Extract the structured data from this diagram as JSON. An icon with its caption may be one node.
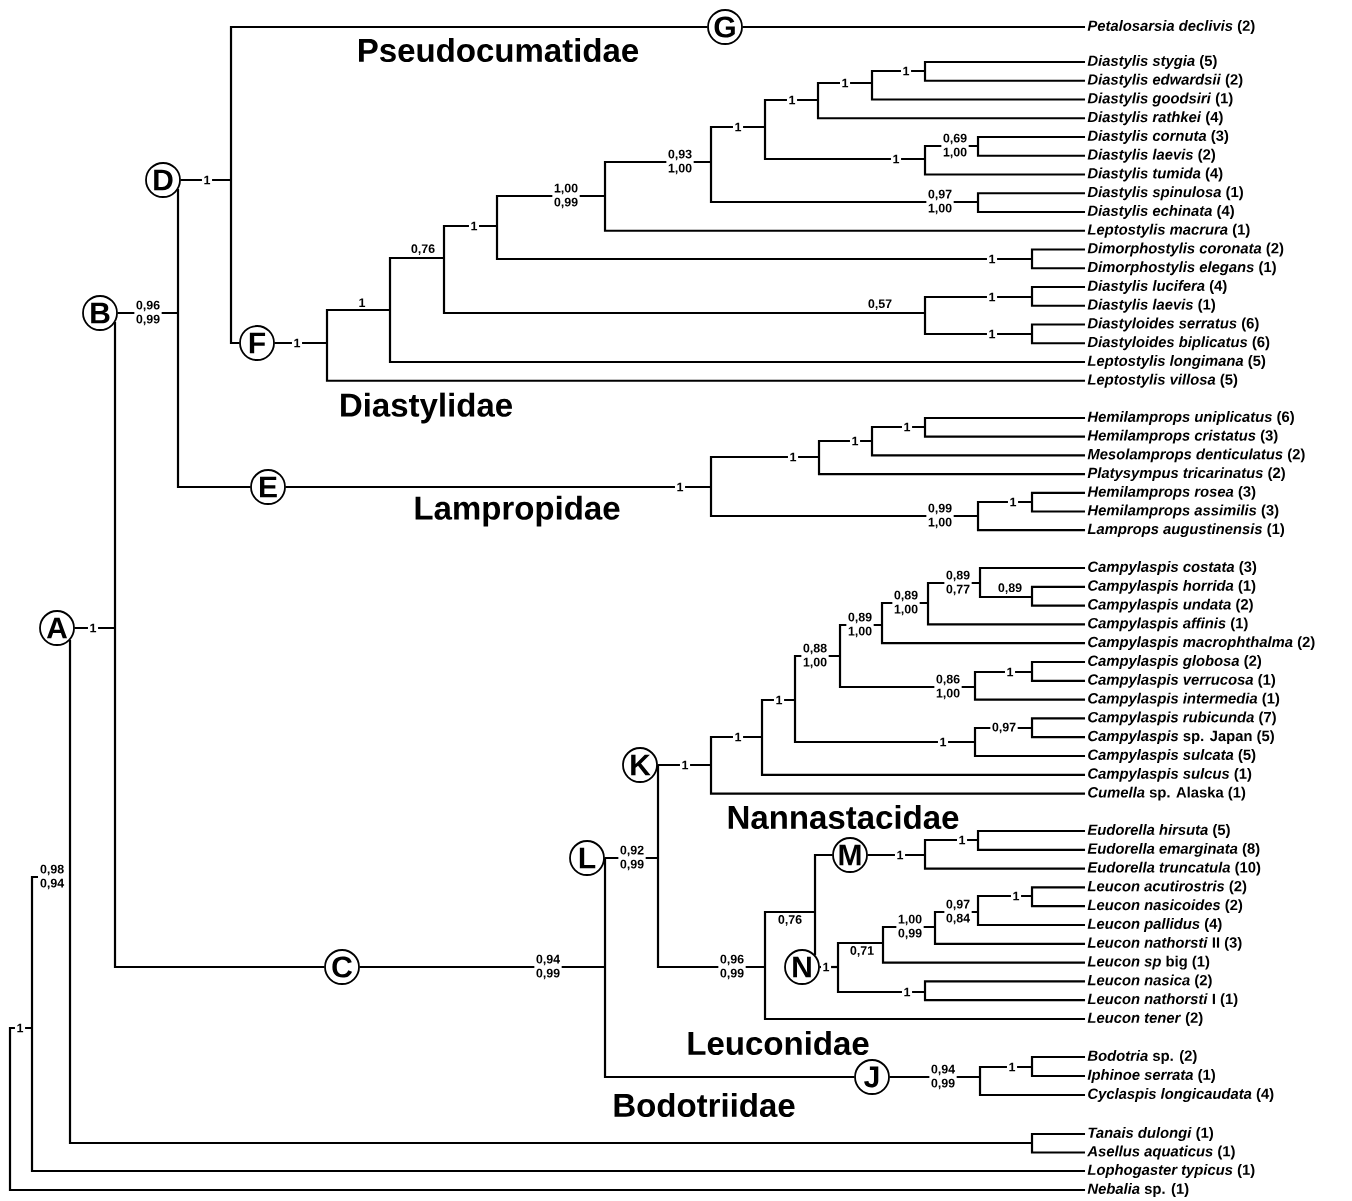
{
  "diagram": {
    "nodes": [
      {
        "text": [
          "A"
        ]
      },
      {
        "text": [
          "B"
        ]
      },
      {
        "text": [
          "C"
        ]
      },
      {
        "text": [
          "D"
        ]
      },
      {
        "text": [
          "E"
        ]
      },
      {
        "text": [
          "F"
        ]
      },
      {
        "text": [
          "G"
        ]
      },
      {
        "text": [
          "J"
        ]
      },
      {
        "text": [
          "K"
        ]
      },
      {
        "text": [
          "L"
        ]
      },
      {
        "text": [
          "M"
        ]
      },
      {
        "text": [
          "N"
        ]
      },
      {
        "text": [
          "*Petalosarsia declivis* (2)"
        ]
      },
      {
        "text": [
          "*Diastylis stygia* (5)"
        ]
      },
      {
        "text": [
          "*Diastylis edwardsii* (2)"
        ]
      },
      {
        "text": [
          "*Diastylis goodsiri* (1)"
        ]
      },
      {
        "text": [
          "*Diastylis rathkei* (4)"
        ]
      },
      {
        "text": [
          "*Diastylis cornuta* (3)"
        ]
      },
      {
        "text": [
          "*Diastylis laevis* (2)"
        ]
      },
      {
        "text": [
          "*Diastylis tumida* (4)"
        ]
      },
      {
        "text": [
          "*Diastylis spinulosa* (1)"
        ]
      },
      {
        "text": [
          "*Diastylis echinata* (4)"
        ]
      },
      {
        "text": [
          "*Leptostylis macrura* (1)"
        ]
      },
      {
        "text": [
          "*Dimorphostylis coronata* (2)"
        ]
      },
      {
        "text": [
          "*Dimorphostylis elegans* (1)"
        ]
      },
      {
        "text": [
          "*Diastylis lucifera* (4)"
        ]
      },
      {
        "text": [
          "*Diastylis laevis* (1)"
        ]
      },
      {
        "text": [
          "*Diastyloides serratus* (6)"
        ]
      },
      {
        "text": [
          "*Diastyloides biplicatus* (6)"
        ]
      },
      {
        "text": [
          "*Leptostylis longimana* (5)"
        ]
      },
      {
        "text": [
          "*Leptostylis villosa* (5)"
        ]
      },
      {
        "text": [
          "*Hemilamprops uniplicatus* (6)"
        ]
      },
      {
        "text": [
          "*Hemilamprops cristatus* (3)"
        ]
      },
      {
        "text": [
          "*Mesolamprops denticulatus* (2)"
        ]
      },
      {
        "text": [
          "*Platysympus tricarinatus* (2)"
        ]
      },
      {
        "text": [
          "*Hemilamprops rosea* (3)"
        ]
      },
      {
        "text": [
          "*Hemilamprops assimilis* (3)"
        ]
      },
      {
        "text": [
          "*Lamprops augustinensis* (1)"
        ]
      },
      {
        "text": [
          "*Campylaspis costata* (3)"
        ]
      },
      {
        "text": [
          "*Campylaspis horrida* (1)"
        ]
      },
      {
        "text": [
          "*Campylaspis undata* (2)"
        ]
      },
      {
        "text": [
          "*Campylaspis affinis* (1)"
        ]
      },
      {
        "text": [
          "*Campylaspis macrophthalma* (2)"
        ]
      },
      {
        "text": [
          "*Campylaspis globosa* (2)"
        ]
      },
      {
        "text": [
          "*Campylaspis verrucosa* (1)"
        ]
      },
      {
        "text": [
          "*Campylaspis intermedia* (1)"
        ]
      },
      {
        "text": [
          "*Campylaspis rubicunda* (7)"
        ]
      },
      {
        "text": [
          "*Campylaspis* sp. Japan (5)"
        ]
      },
      {
        "text": [
          "*Campylaspis sulcata* (5)"
        ]
      },
      {
        "text": [
          "*Campylaspis sulcus* (1)"
        ]
      },
      {
        "text": [
          "*Cumella* sp. Alaska (1)"
        ]
      },
      {
        "text": [
          "*Eudorella hirsuta* (5)"
        ]
      },
      {
        "text": [
          "*Eudorella emarginata* (8)"
        ]
      },
      {
        "text": [
          "*Eudorella truncatula* (10)"
        ]
      },
      {
        "text": [
          "*Leucon acutirostris* (2)"
        ]
      },
      {
        "text": [
          "*Leucon nasicoides* (2)"
        ]
      },
      {
        "text": [
          "*Leucon pallidus* (4)"
        ]
      },
      {
        "text": [
          "*Leucon nathorsti* II (3)"
        ]
      },
      {
        "text": [
          "*Leucon sp* big (1)"
        ]
      },
      {
        "text": [
          "*Leucon nasica* (2)"
        ]
      },
      {
        "text": [
          "*Leucon nathorsti* I (1)"
        ]
      },
      {
        "text": [
          "*Leucon tener* (2)"
        ]
      },
      {
        "text": [
          "*Bodotria* sp. (2)"
        ]
      },
      {
        "text": [
          "*Iphinoe serrata* (1)"
        ]
      },
      {
        "text": [
          "*Cyclaspis longicaudata* (4)"
        ]
      },
      {
        "text": [
          "*Tanais dulongi* (1)"
        ]
      },
      {
        "text": [
          "*Asellus aquaticus* (1)"
        ]
      },
      {
        "text": [
          "*Lophogaster typicus* (1)"
        ]
      },
      {
        "text": [
          "*Nebalia* sp. (1)"
        ]
      },
      {
        "text": [
          "0,98 0,94"
        ]
      }
    ],
    "edges": [
      {
        "from": 69,
        "to": 67,
        "arrow": "none"
      },
      {
        "from": 69,
        "to": 68,
        "arrow": "none"
      },
      {
        "from": 0,
        "to": 65,
        "arrow": "none"
      },
      {
        "from": 0,
        "to": 66,
        "arrow": "none"
      },
      {
        "from": 0,
        "to": 1,
        "arrow": "none"
      },
      {
        "from": 0,
        "to": 2,
        "arrow": "none"
      },
      {
        "from": 1,
        "to": 3,
        "arrow": "none"
      },
      {
        "from": 1,
        "to": 4,
        "arrow": "none"
      },
      {
        "from": 3,
        "to": 6,
        "arrow": "none"
      },
      {
        "from": 3,
        "to": 5,
        "arrow": "none"
      },
      {
        "from": 6,
        "to": 12,
        "arrow": "none"
      },
      {
        "from": 5,
        "to": 13,
        "arrow": "none"
      },
      {
        "from": 5,
        "to": 14,
        "arrow": "none"
      },
      {
        "from": 5,
        "to": 15,
        "arrow": "none"
      },
      {
        "from": 5,
        "to": 16,
        "arrow": "none"
      },
      {
        "from": 5,
        "to": 17,
        "arrow": "none"
      },
      {
        "from": 5,
        "to": 18,
        "arrow": "none"
      },
      {
        "from": 5,
        "to": 19,
        "arrow": "none"
      },
      {
        "from": 5,
        "to": 20,
        "arrow": "none"
      },
      {
        "from": 5,
        "to": 21,
        "arrow": "none"
      },
      {
        "from": 5,
        "to": 22,
        "arrow": "none"
      },
      {
        "from": 5,
        "to": 23,
        "arrow": "none"
      },
      {
        "from": 5,
        "to": 24,
        "arrow": "none"
      },
      {
        "from": 5,
        "to": 25,
        "arrow": "none"
      },
      {
        "from": 5,
        "to": 26,
        "arrow": "none"
      },
      {
        "from": 5,
        "to": 27,
        "arrow": "none"
      },
      {
        "from": 5,
        "to": 28,
        "arrow": "none"
      },
      {
        "from": 5,
        "to": 29,
        "arrow": "none"
      },
      {
        "from": 5,
        "to": 30,
        "arrow": "none"
      },
      {
        "from": 4,
        "to": 31,
        "arrow": "none"
      },
      {
        "from": 4,
        "to": 32,
        "arrow": "none"
      },
      {
        "from": 4,
        "to": 33,
        "arrow": "none"
      },
      {
        "from": 4,
        "to": 34,
        "arrow": "none"
      },
      {
        "from": 4,
        "to": 35,
        "arrow": "none"
      },
      {
        "from": 4,
        "to": 36,
        "arrow": "none"
      },
      {
        "from": 4,
        "to": 37,
        "arrow": "none"
      },
      {
        "from": 2,
        "to": 9,
        "arrow": "none"
      },
      {
        "from": 2,
        "to": 7,
        "arrow": "none"
      },
      {
        "from": 9,
        "to": 8,
        "arrow": "none"
      },
      {
        "from": 9,
        "to": 10,
        "arrow": "none"
      },
      {
        "from": 9,
        "to": 11,
        "arrow": "none"
      },
      {
        "from": 9,
        "to": 61,
        "arrow": "none"
      },
      {
        "from": 8,
        "to": 38,
        "arrow": "none"
      },
      {
        "from": 8,
        "to": 39,
        "arrow": "none"
      },
      {
        "from": 8,
        "to": 40,
        "arrow": "none"
      },
      {
        "from": 8,
        "to": 41,
        "arrow": "none"
      },
      {
        "from": 8,
        "to": 42,
        "arrow": "none"
      },
      {
        "from": 8,
        "to": 43,
        "arrow": "none"
      },
      {
        "from": 8,
        "to": 44,
        "arrow": "none"
      },
      {
        "from": 8,
        "to": 45,
        "arrow": "none"
      },
      {
        "from": 8,
        "to": 46,
        "arrow": "none"
      },
      {
        "from": 8,
        "to": 47,
        "arrow": "none"
      },
      {
        "from": 8,
        "to": 48,
        "arrow": "none"
      },
      {
        "from": 8,
        "to": 49,
        "arrow": "none"
      },
      {
        "from": 8,
        "to": 50,
        "arrow": "none"
      },
      {
        "from": 10,
        "to": 51,
        "arrow": "none"
      },
      {
        "from": 10,
        "to": 52,
        "arrow": "none"
      },
      {
        "from": 10,
        "to": 53,
        "arrow": "none"
      },
      {
        "from": 11,
        "to": 54,
        "arrow": "none"
      },
      {
        "from": 11,
        "to": 55,
        "arrow": "none"
      },
      {
        "from": 11,
        "to": 56,
        "arrow": "none"
      },
      {
        "from": 11,
        "to": 57,
        "arrow": "none"
      },
      {
        "from": 11,
        "to": 58,
        "arrow": "none"
      },
      {
        "from": 11,
        "to": 59,
        "arrow": "none"
      },
      {
        "from": 11,
        "to": 60,
        "arrow": "none"
      },
      {
        "from": 7,
        "to": 62,
        "arrow": "none"
      },
      {
        "from": 7,
        "to": 63,
        "arrow": "none"
      },
      {
        "from": 7,
        "to": 64,
        "arrow": "none"
      }
    ],
    "labels": [
      "Pseudocumatidae",
      "1",
      "1",
      "1",
      "1",
      "0,69 1,00",
      "0,93 1,00",
      "1",
      "1",
      "1,00 0,99",
      "0,97 1,00",
      "1",
      "0,76",
      "1",
      "1",
      "1",
      "0,57",
      "0,96 0,99",
      "1",
      "1",
      "Diastylidae",
      "1",
      "1",
      "1",
      "1",
      "1",
      "Lampropidae",
      "0,99 1,00",
      "0,89 0,77",
      "0,89",
      "0,89 1,00",
      "0,89 1,00",
      "1",
      "0,88 1,00",
      "1",
      "0,86 1,00",
      "1",
      "0,97",
      "1",
      "1",
      "1",
      "Nannastacidae",
      "1",
      "1",
      "0,92 0,99",
      "1",
      "0,97 0,84",
      "1,00 0,99",
      "0,76",
      "0,71",
      "0,94 0,99",
      "0,96 0,99",
      "1",
      "1",
      "1",
      "Leuconidae",
      "1",
      "0,94 0,99",
      "Bodotriidae"
    ]
  }
}
